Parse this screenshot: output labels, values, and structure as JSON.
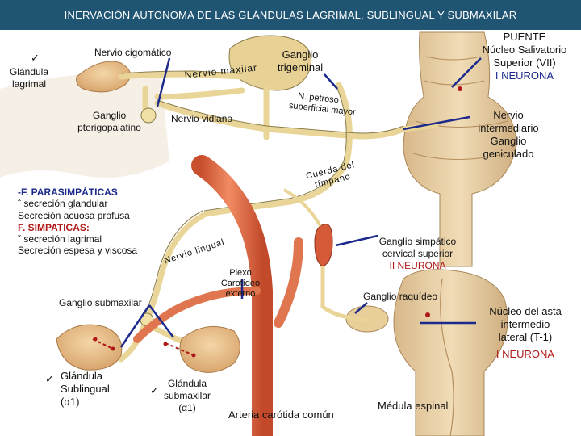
{
  "title": "INERVACIÓN AUTONOMA  DE LAS GLÁNDULAS LAGRIMAL, SUBLINGUAL Y SUBMAXILAR",
  "check_mark": "✓",
  "labels": {
    "glandula_lagrimal": [
      "Glándula",
      "lagrimal"
    ],
    "nervio_cigomatico": "Nervio cigomático",
    "nervio_maxilar": "Nervio maxilar",
    "ganglio_trigeminal": [
      "Ganglio",
      "trigeminal"
    ],
    "puente": [
      "PUENTE",
      "Núcleo Salivatorio",
      "Superior (VII)",
      "I NEURONA"
    ],
    "n_petroso": [
      "N. petroso",
      "superficial mayor"
    ],
    "ganglio_pterigopalatino": [
      "Ganglio",
      "pterigopalatino"
    ],
    "nervio_vidiano": "Nervio vidiano",
    "nervio_intermediario": [
      "Nervio",
      "intermediario",
      "Ganglio",
      "geniculado"
    ],
    "cuerda_timpano": [
      "Cuerda del",
      "tímpano"
    ],
    "nervio_lingual": "Nervio lingual",
    "ganglio_simpatico": [
      "Ganglio simpático",
      "cervical superior",
      "II NEURONA"
    ],
    "plexo_carotideo": [
      "Plexo",
      "Carotídeo",
      "externo"
    ],
    "ganglio_raquideo": "Ganglio raquídeo",
    "ganglio_submaxilar": "Ganglio submaxilar",
    "nucleo_asta": [
      "Núcleo del asta",
      "intermedio",
      "lateral (T-1)",
      "I NEURONA"
    ],
    "glandula_sublingual": [
      "Glándula",
      "Sublingual",
      "(α1)"
    ],
    "glandula_submaxilar": [
      "Glándula",
      "submaxilar",
      "(α1)"
    ],
    "arteria_carotida": "Arteria carótida común",
    "medula_espinal": "Médula espinal"
  },
  "effects_box": {
    "parasimpaticas_heading": "-F. PARASIMPÁTICAS",
    "parasimpaticas_1": "ˆ secreción glandular",
    "parasimpaticas_2": "Secreción acuosa profusa",
    "simpaticas_heading": "F. SIMPATICAS:",
    "simpaticas_1": "ˇ secreción lagrimal",
    "simpaticas_2": "Secreción espesa y viscosa"
  },
  "colors": {
    "title_bar": "#1f5473",
    "nerve": "#e9d597",
    "nerve_edge": "#8a7a45",
    "pointer": "#1b2a8c",
    "artery": "#e0764f",
    "neuron_red": "#b01818"
  }
}
